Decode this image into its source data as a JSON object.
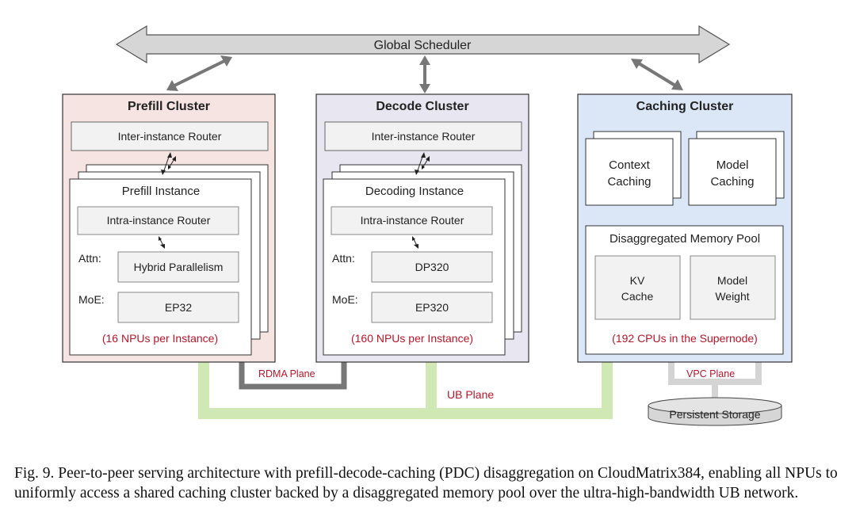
{
  "global_scheduler": "Global Scheduler",
  "prefill": {
    "title": "Prefill Cluster",
    "router": "Inter-instance Router",
    "instance": "Prefill Instance",
    "intra_router": "Intra-instance Router",
    "attn_label": "Attn:",
    "attn_value": "Hybrid Parallelism",
    "moe_label": "MoE:",
    "moe_value": "EP32",
    "npus": "(16 NPUs per Instance)"
  },
  "decode": {
    "title": "Decode Cluster",
    "router": "Inter-instance Router",
    "instance": "Decoding Instance",
    "intra_router": "Intra-instance Router",
    "attn_label": "Attn:",
    "attn_value": "DP320",
    "moe_label": "MoE:",
    "moe_value": "EP320",
    "npus": "(160 NPUs per Instance)"
  },
  "caching": {
    "title": "Caching Cluster",
    "context_line1": "Context",
    "context_line2": "Caching",
    "model_line1": "Model",
    "model_line2": "Caching",
    "pool": "Disaggregated Memory Pool",
    "kv_line1": "KV",
    "kv_line2": "Cache",
    "weight_line1": "Model",
    "weight_line2": "Weight",
    "cpus": "(192 CPUs in the Supernode)"
  },
  "planes": {
    "rdma": "RDMA Plane",
    "ub": "UB Plane",
    "vpc": "VPC Plane",
    "storage": "Persistent Storage"
  },
  "colors": {
    "prefill_bg": "#f6e4e2",
    "decode_bg": "#e8e6f1",
    "caching_bg": "#dbe7f6",
    "ub_plane": "#cfe8b4",
    "rdma_plane": "#777777",
    "vpc_plane": "#d4d4d4",
    "label_red": "#b2182b"
  },
  "caption": "Fig. 9.  Peer-to-peer serving architecture with prefill-decode-caching (PDC) disaggregation on CloudMatrix384, enabling all NPUs to uniformly access a shared caching cluster backed by a disaggregated memory pool over the ultra-high-bandwidth UB network."
}
